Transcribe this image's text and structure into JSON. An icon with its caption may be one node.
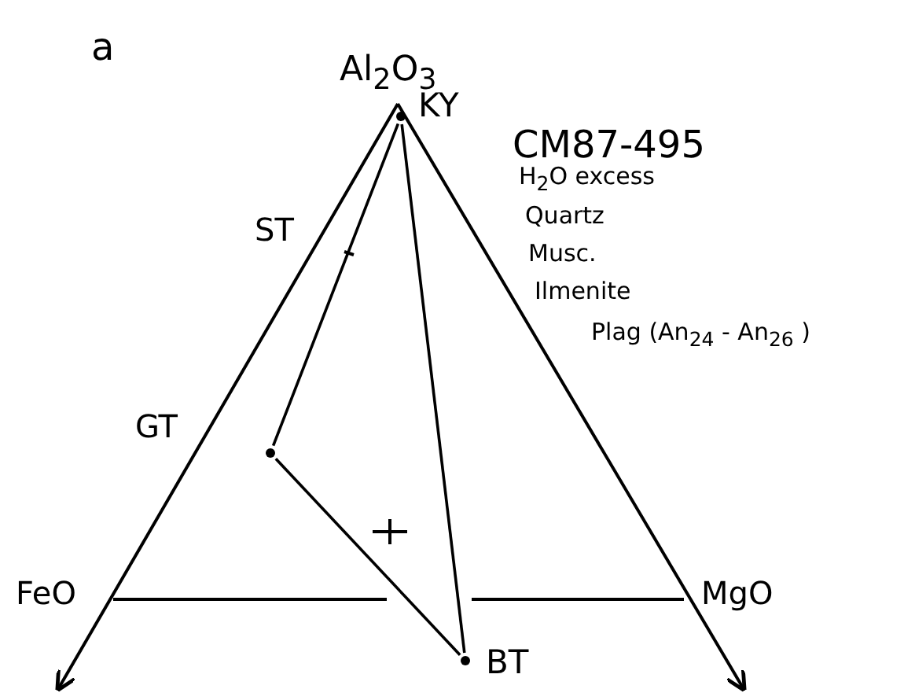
{
  "diagram": {
    "nodes": [
      {
        "text": [],
        "shape": "circle",
        "beside": [
          "KY"
        ]
      },
      {
        "text": [],
        "shape": "circle"
      },
      {
        "text": [],
        "shape": "circle",
        "beside": [
          "BT"
        ]
      }
    ],
    "edges": [
      {
        "from": 0,
        "to": 1,
        "arrow": "none"
      },
      {
        "from": 1,
        "to": 2,
        "arrow": "none"
      },
      {
        "from": 0,
        "to": 2,
        "arrow": "none"
      }
    ],
    "labels": [
      "a",
      "Al$_{2}$O$_{3}$",
      "CM87-495",
      "H$_{2}$O excess",
      "Quartz",
      "Musc.",
      "Ilmenite",
      "ST",
      "Plag (An$_{24}$ - An$_{26}$ )",
      "GT",
      "FeO",
      "MgO"
    ]
  }
}
